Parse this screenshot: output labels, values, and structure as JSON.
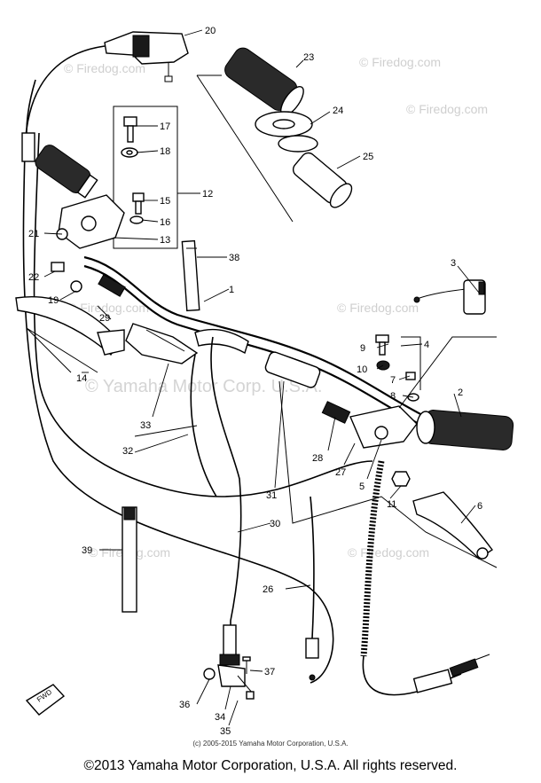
{
  "watermarks": {
    "firedog": "© Firedog.com",
    "yamaha": "© Yamaha Motor Corp. U.S.A."
  },
  "callouts": [
    "1",
    "2",
    "3",
    "4",
    "5",
    "6",
    "7",
    "8",
    "9",
    "10",
    "11",
    "12",
    "13",
    "14",
    "15",
    "16",
    "17",
    "18",
    "19",
    "20",
    "21",
    "22",
    "23",
    "24",
    "25",
    "26",
    "27",
    "28",
    "29",
    "30",
    "31",
    "32",
    "33",
    "34",
    "35",
    "36",
    "37",
    "38",
    "39"
  ],
  "front_marker": "FWD",
  "source_note": "(c) 2005-2015 Yamaha Motor Corporation, U.S.A.",
  "copyright": "©2013 Yamaha Motor Corporation, U.S.A. All rights reserved."
}
